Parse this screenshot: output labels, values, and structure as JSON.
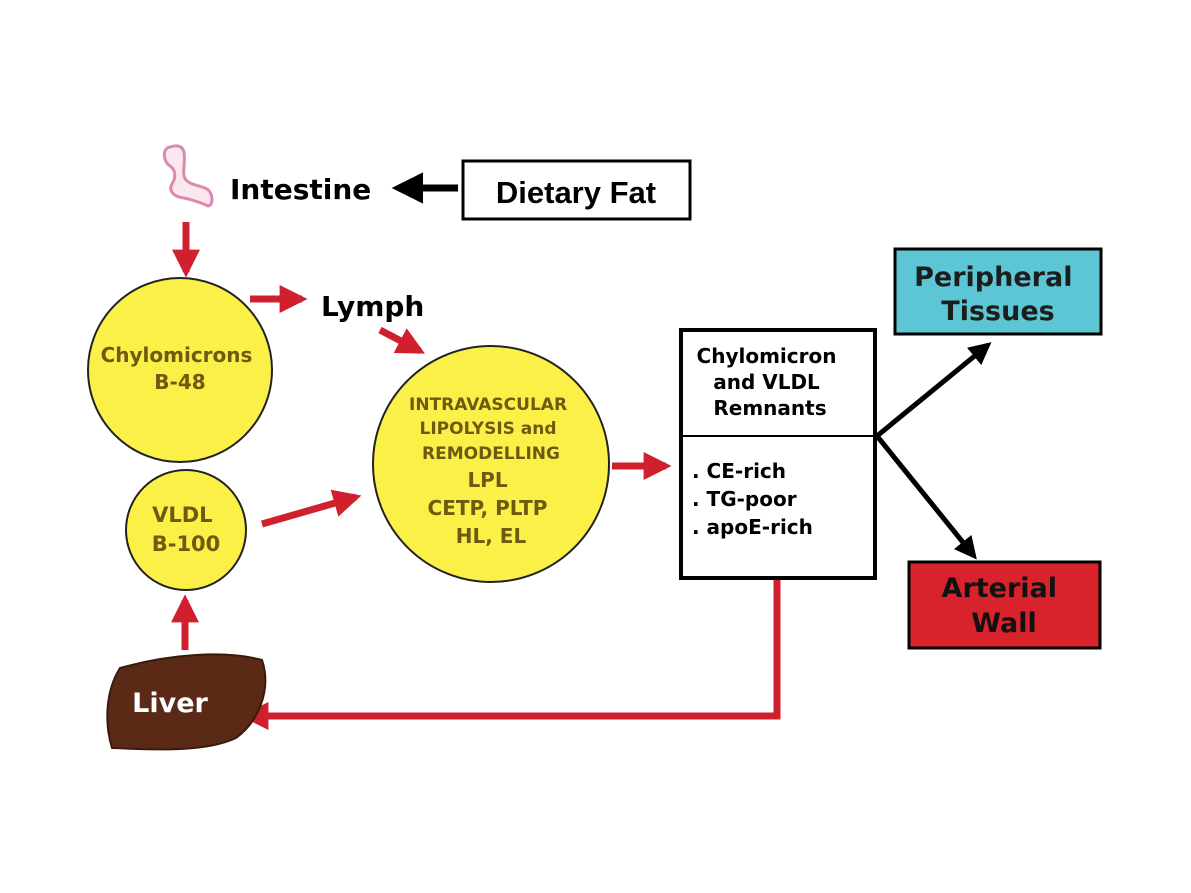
{
  "labels": {
    "intestine": "Intestine",
    "dietary_fat": "Dietary Fat",
    "lymph": "Lymph",
    "chylomicrons": [
      "Chylomicrons",
      "B-48"
    ],
    "vldl": [
      "VLDL",
      "B-100"
    ],
    "lipolysis": [
      "INTRAVASCULAR",
      "LIPOLYSIS and",
      "REMODELLING",
      "LPL",
      "CETP, PLTP",
      "HL, EL"
    ],
    "remnants_title": [
      "Chylomicron",
      "and VLDL",
      "Remnants"
    ],
    "remnants_props": [
      ". CE-rich",
      ". TG-poor",
      ". apoE-rich"
    ],
    "peripheral": [
      "Peripheral",
      "Tissues"
    ],
    "arterial": [
      "Arterial",
      "Wall"
    ],
    "liver": "Liver"
  },
  "colors": {
    "arrow_red": "#d0202e",
    "circle_yellow": "#fbf048",
    "peripheral_fill": "#5cc6d4",
    "arterial_fill": "#d8222c",
    "liver_fill": "#5a2a17",
    "intestine_outline": "#d98ab0",
    "text_dark": "#6b5a10"
  }
}
